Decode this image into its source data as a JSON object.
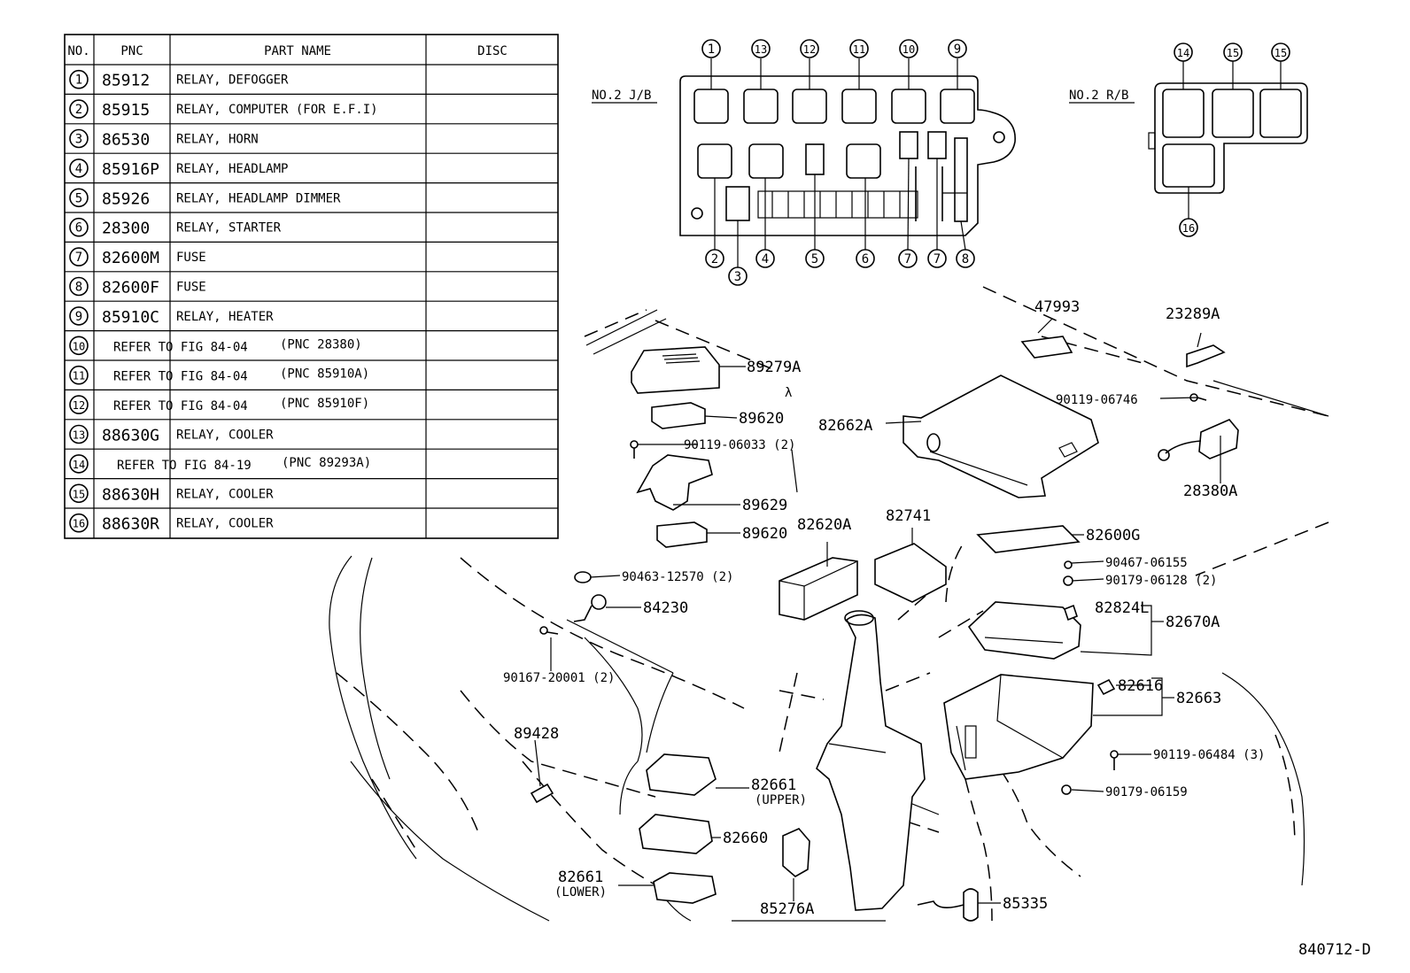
{
  "table": {
    "headers": [
      "NO.",
      "PNC",
      "PART NAME",
      "DISC"
    ],
    "rows": [
      {
        "no": "1",
        "pnc": "85912",
        "name": "RELAY, DEFOGGER",
        "disc": ""
      },
      {
        "no": "2",
        "pnc": "85915",
        "name": "RELAY, COMPUTER (FOR E.F.I)",
        "disc": ""
      },
      {
        "no": "3",
        "pnc": "86530",
        "name": "RELAY, HORN",
        "disc": ""
      },
      {
        "no": "4",
        "pnc": "85916P",
        "name": "RELAY, HEADLAMP",
        "disc": ""
      },
      {
        "no": "5",
        "pnc": "85926",
        "name": "RELAY, HEADLAMP DIMMER",
        "disc": ""
      },
      {
        "no": "6",
        "pnc": "28300",
        "name": "RELAY, STARTER",
        "disc": ""
      },
      {
        "no": "7",
        "pnc": "82600M",
        "name": "FUSE",
        "disc": ""
      },
      {
        "no": "8",
        "pnc": "82600F",
        "name": "FUSE",
        "disc": ""
      },
      {
        "no": "9",
        "pnc": "85910C",
        "name": "RELAY, HEATER",
        "disc": ""
      },
      {
        "no": "10",
        "refer": "REFER TO FIG 84-04",
        "refer_pnc": "(PNC 28380)"
      },
      {
        "no": "11",
        "refer": "REFER TO FIG 84-04",
        "refer_pnc": "(PNC 85910A)"
      },
      {
        "no": "12",
        "refer": "REFER TO FIG 84-04",
        "refer_pnc": "(PNC 85910F)"
      },
      {
        "no": "13",
        "pnc": "88630G",
        "name": "RELAY, COOLER",
        "disc": ""
      },
      {
        "no": "14",
        "refer": "REFER TO FIG 84-19",
        "refer_pnc": "(PNC 89293A)"
      },
      {
        "no": "15",
        "pnc": "88630H",
        "name": "RELAY, COOLER",
        "disc": ""
      },
      {
        "no": "16",
        "pnc": "88630R",
        "name": "RELAY, COOLER",
        "disc": ""
      }
    ]
  },
  "junction_box_1": {
    "label": "NO.2 J/B",
    "top_callouts": [
      "1",
      "13",
      "12",
      "11",
      "10",
      "9"
    ],
    "bottom_callouts": [
      "2",
      "3",
      "4",
      "5",
      "6",
      "7",
      "7",
      "8"
    ]
  },
  "junction_box_2": {
    "label": "NO.2 R/B",
    "callouts": [
      "14",
      "15",
      "15",
      "16"
    ]
  },
  "parts": [
    {
      "id": "47993",
      "text": "47993"
    },
    {
      "id": "23289A",
      "text": "23289A"
    },
    {
      "id": "89279A",
      "text": "89279A"
    },
    {
      "id": "lambda",
      "text": "λ"
    },
    {
      "id": "89620a",
      "text": "89620"
    },
    {
      "id": "90119-06033",
      "text": "90119-06033 (2)"
    },
    {
      "id": "89629",
      "text": "89629"
    },
    {
      "id": "89620b",
      "text": "89620"
    },
    {
      "id": "82662A",
      "text": "82662A"
    },
    {
      "id": "90119-06746",
      "text": "90119-06746"
    },
    {
      "id": "28380A",
      "text": "28380A"
    },
    {
      "id": "82620A",
      "text": "82620A"
    },
    {
      "id": "82741",
      "text": "82741"
    },
    {
      "id": "82600G",
      "text": "82600G"
    },
    {
      "id": "90467-06155",
      "text": "90467-06155"
    },
    {
      "id": "90179-06128",
      "text": "90179-06128 (2)"
    },
    {
      "id": "90463-12570",
      "text": "90463-12570 (2)"
    },
    {
      "id": "84230",
      "text": "84230"
    },
    {
      "id": "82824L",
      "text": "82824L"
    },
    {
      "id": "82670A",
      "text": "82670A"
    },
    {
      "id": "90167-20001",
      "text": "90167-20001 (2)"
    },
    {
      "id": "82616",
      "text": "82616"
    },
    {
      "id": "82663",
      "text": "82663"
    },
    {
      "id": "89428",
      "text": "89428"
    },
    {
      "id": "90119-06484",
      "text": "90119-06484 (3)"
    },
    {
      "id": "82661-upper",
      "text": "82661"
    },
    {
      "id": "upper",
      "text": "(UPPER)"
    },
    {
      "id": "90179-06159",
      "text": "90179-06159"
    },
    {
      "id": "82660",
      "text": "82660"
    },
    {
      "id": "82661-lower",
      "text": "82661"
    },
    {
      "id": "lower",
      "text": "(LOWER)"
    },
    {
      "id": "85276A",
      "text": "85276A"
    },
    {
      "id": "85335",
      "text": "85335"
    }
  ],
  "figure_code": "840712-D"
}
